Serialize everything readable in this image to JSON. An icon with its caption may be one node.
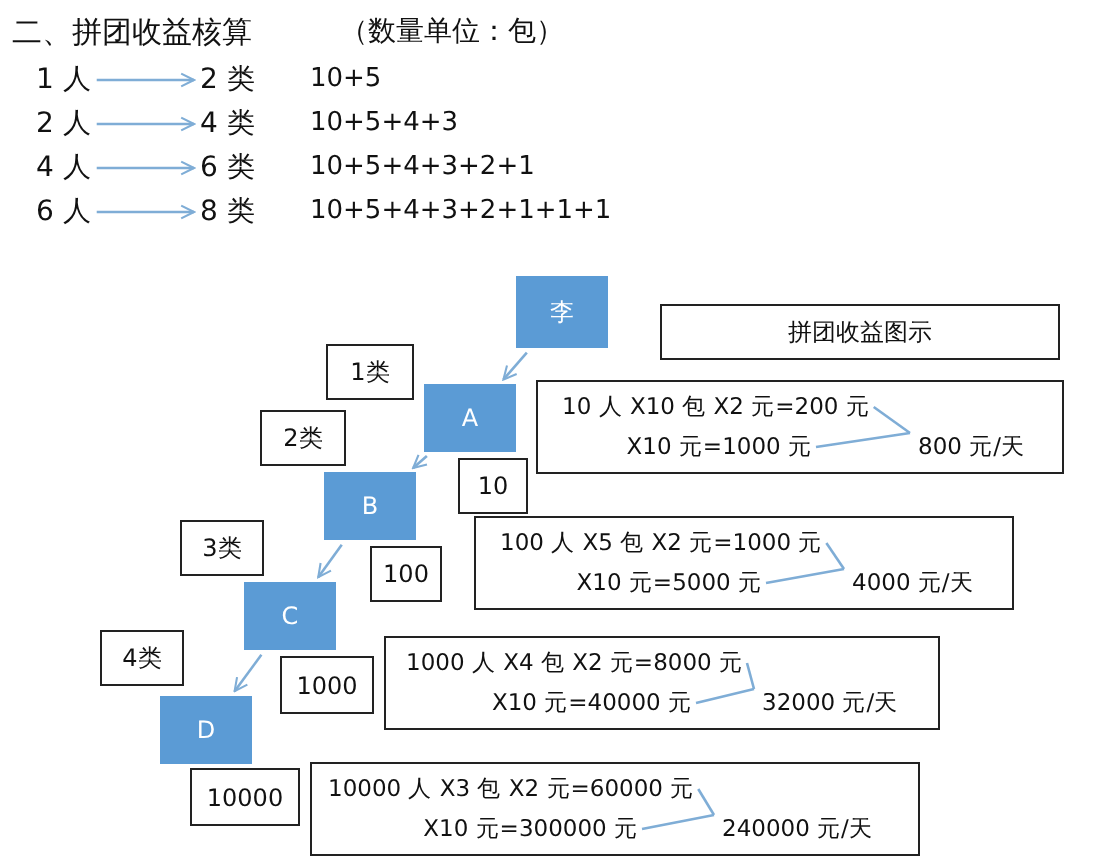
{
  "diagram": {
    "title": "二、拼团收益核算",
    "nodes": [
      {
        "text": [
          "1 人"
        ]
      },
      {
        "text": [
          "2 类"
        ]
      },
      {
        "text": [
          "2 人"
        ]
      },
      {
        "text": [
          "4 类"
        ]
      },
      {
        "text": [
          "4 人"
        ]
      },
      {
        "text": [
          "6 类"
        ]
      },
      {
        "text": [
          "6 人"
        ]
      },
      {
        "text": [
          "8 类"
        ]
      },
      {
        "text": [
          "李"
        ]
      },
      {
        "text": [
          "1类"
        ]
      },
      {
        "text": [
          "A"
        ]
      },
      {
        "text": [
          "10"
        ]
      },
      {
        "text": [
          "2类"
        ]
      },
      {
        "text": [
          "B"
        ]
      },
      {
        "text": [
          "100"
        ]
      },
      {
        "text": [
          "3类"
        ]
      },
      {
        "text": [
          "C"
        ]
      },
      {
        "text": [
          "1000"
        ]
      },
      {
        "text": [
          "4类"
        ]
      },
      {
        "text": [
          "D"
        ]
      },
      {
        "text": [
          "10000"
        ]
      },
      {
        "text": [
          "拼团收益图示"
        ]
      },
      {
        "text": [],
        "shape": "box"
      },
      {
        "text": [
          "10 人 X10 包 X2 元=200 元"
        ],
        "in": 22
      },
      {
        "text": [
          "X10 元=1000 元"
        ],
        "in": 22
      },
      {
        "text": [
          "800 元/天"
        ],
        "in": 22
      },
      {
        "text": [],
        "shape": "box"
      },
      {
        "text": [
          "100 人 X5 包 X2 元=1000 元"
        ],
        "in": 26
      },
      {
        "text": [
          "X10 元=5000 元"
        ],
        "in": 26
      },
      {
        "text": [
          "4000 元/天"
        ],
        "in": 26
      },
      {
        "text": [],
        "shape": "box"
      },
      {
        "text": [
          "1000 人 X4 包 X2 元=8000 元"
        ],
        "in": 30
      },
      {
        "text": [
          "X10 元=40000 元"
        ],
        "in": 30
      },
      {
        "text": [
          "32000 元/天"
        ],
        "in": 30
      },
      {
        "text": [],
        "shape": "box"
      },
      {
        "text": [
          "10000 人 X3 包 X2 元=60000 元"
        ],
        "in": 34
      },
      {
        "text": [
          "X10 元=300000 元"
        ],
        "in": 34
      },
      {
        "text": [
          "240000 元/天"
        ],
        "in": 34
      }
    ],
    "edges": [
      {
        "from": 0,
        "to": 1,
        "arrow": "to"
      },
      {
        "from": 2,
        "to": 3,
        "arrow": "to"
      },
      {
        "from": 4,
        "to": 5,
        "arrow": "to"
      },
      {
        "from": 6,
        "to": 7,
        "arrow": "to"
      },
      {
        "from": 8,
        "to": 10,
        "arrow": "to"
      },
      {
        "from": 10,
        "to": 13,
        "arrow": "to"
      },
      {
        "from": 13,
        "to": 16,
        "arrow": "to"
      },
      {
        "from": 16,
        "to": 19,
        "arrow": "to"
      },
      {
        "from": 23,
        "to": 25,
        "arrow": "none"
      },
      {
        "from": 24,
        "to": 25,
        "arrow": "none"
      },
      {
        "from": 27,
        "to": 29,
        "arrow": "none"
      },
      {
        "from": 28,
        "to": 29,
        "arrow": "none"
      },
      {
        "from": 31,
        "to": 33,
        "arrow": "none"
      },
      {
        "from": 32,
        "to": 33,
        "arrow": "none"
      },
      {
        "from": 35,
        "to": 37,
        "arrow": "none"
      },
      {
        "from": 36,
        "to": 37,
        "arrow": "none"
      }
    ],
    "labels": [
      "（数量单位：包）",
      "10+5",
      "10+5+4+3",
      "10+5+4+3+2+1",
      "10+5+4+3+2+1+1+1"
    ]
  }
}
